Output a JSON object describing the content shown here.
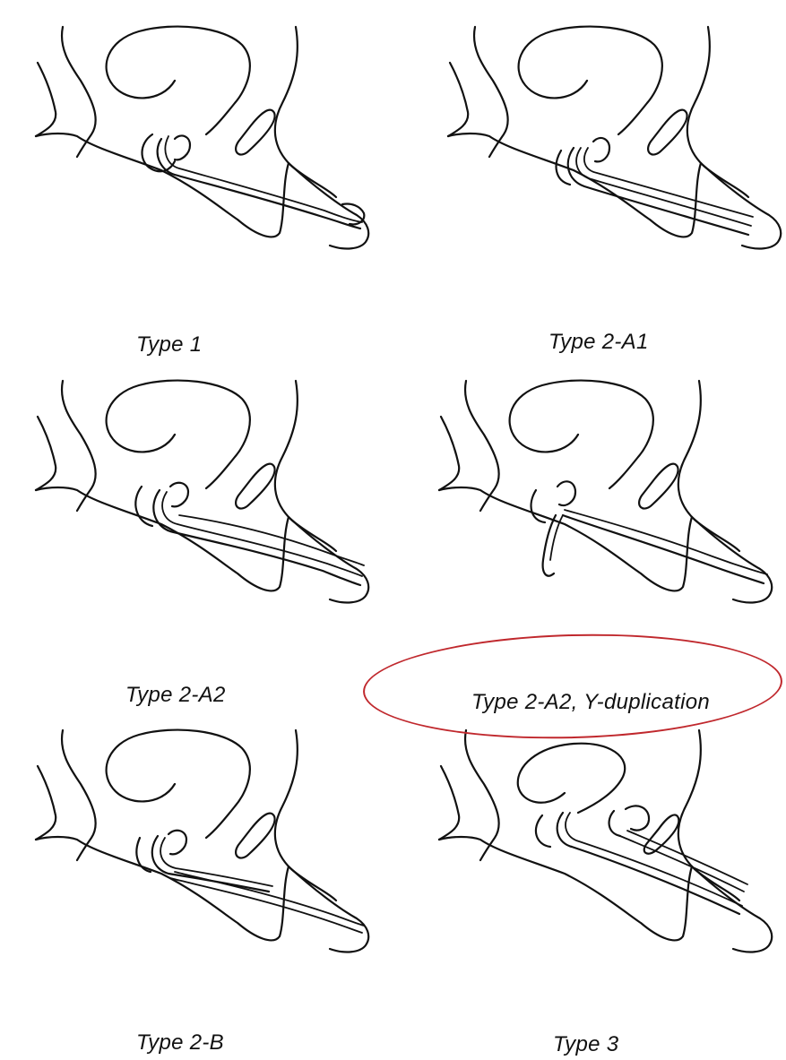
{
  "panels": [
    {
      "id": "p1",
      "label": "Type 1"
    },
    {
      "id": "p2",
      "label": "Type 2-A1"
    },
    {
      "id": "p3",
      "label": "Type 2-A2"
    },
    {
      "id": "p4",
      "label": "Type 2-A2, Y-duplication"
    },
    {
      "id": "p5",
      "label": "Type 2-B"
    },
    {
      "id": "p6",
      "label": "Type 3"
    }
  ],
  "highlight": {
    "target": "Type 2-A2, Y-duplication",
    "color": "#c0282d"
  }
}
